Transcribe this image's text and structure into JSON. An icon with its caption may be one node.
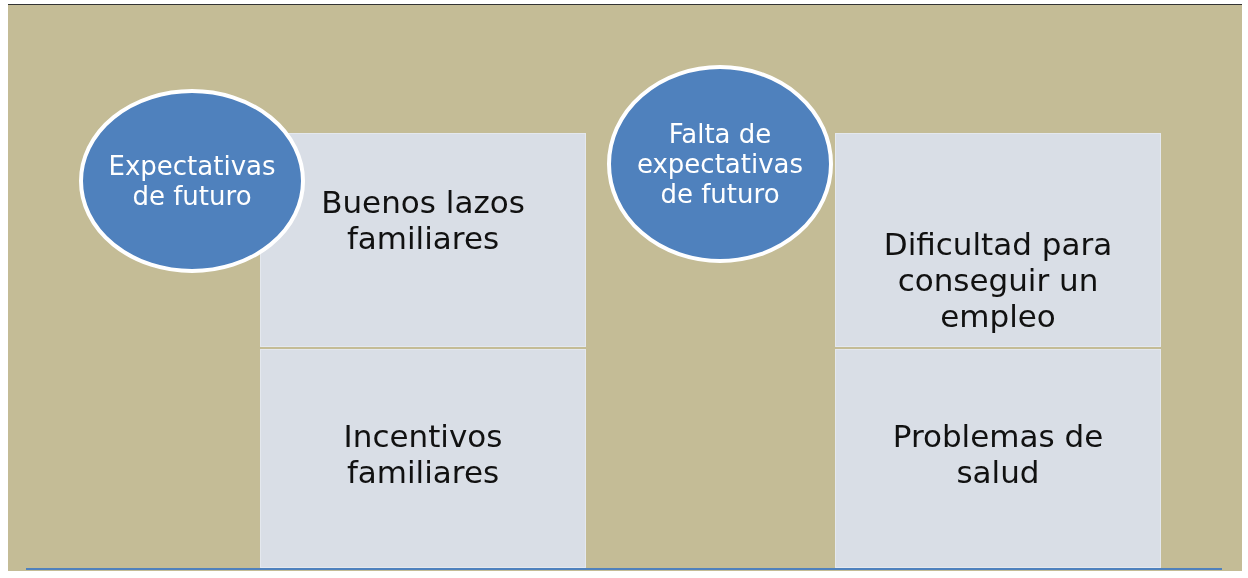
{
  "diagram": {
    "nodes": [
      {
        "text": [
          "Expectativas de futuro"
        ]
      },
      {
        "text": [
          "Buenos lazos familiares"
        ]
      },
      {
        "text": [
          "Incentivos familiares"
        ]
      },
      {
        "text": [
          "Falta de expectativas de futuro"
        ]
      },
      {
        "text": [
          "Dificultad para conseguir un empleo"
        ]
      },
      {
        "text": [
          "Problemas de salud"
        ]
      }
    ]
  }
}
